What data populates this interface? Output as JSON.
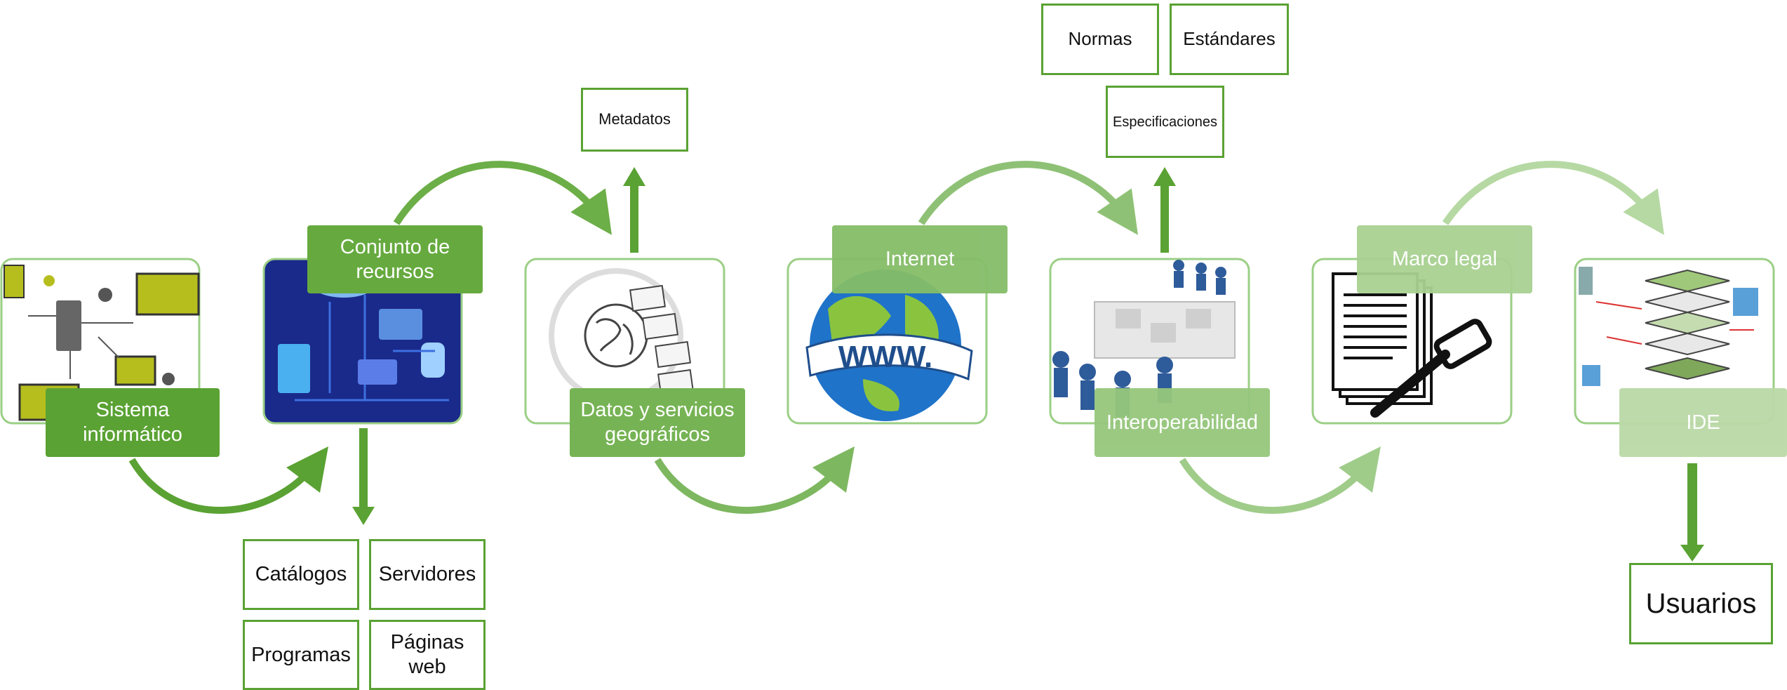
{
  "steps": [
    {
      "id": "sistema",
      "label": "Sistema\ninformático",
      "icon": "computer-network-icon"
    },
    {
      "id": "conjunto",
      "label": "Conjunto de\nrecursos",
      "icon": "cloud-datacenter-icon"
    },
    {
      "id": "datos",
      "label": "Datos y servicios\ngeográficos",
      "icon": "globe-maps-icon"
    },
    {
      "id": "internet",
      "label": "Internet",
      "icon": "www-globe-icon"
    },
    {
      "id": "interop",
      "label": "Interoperabilidad",
      "icon": "puzzle-people-icon"
    },
    {
      "id": "marco",
      "label": "Marco legal",
      "icon": "legal-document-gavel-icon"
    },
    {
      "id": "ide",
      "label": "IDE",
      "icon": "map-layers-icon"
    }
  ],
  "boxes": {
    "catalogos": "Catálogos",
    "servidores": "Servidores",
    "programas": "Programas",
    "paginas": "Páginas\nweb",
    "metadatos": "Metadatos",
    "normas": "Normas",
    "estandares": "Estándares",
    "especificaciones": "Especificaciones",
    "usuarios": "Usuarios"
  },
  "colors": {
    "step_fills": [
      "#5aa233",
      "#66aa3f",
      "#76b354",
      "#85bd68",
      "#96c77c",
      "#a9d192",
      "#bad9a6"
    ],
    "frame": "#9bcf85",
    "box_border": "#5aa233"
  }
}
